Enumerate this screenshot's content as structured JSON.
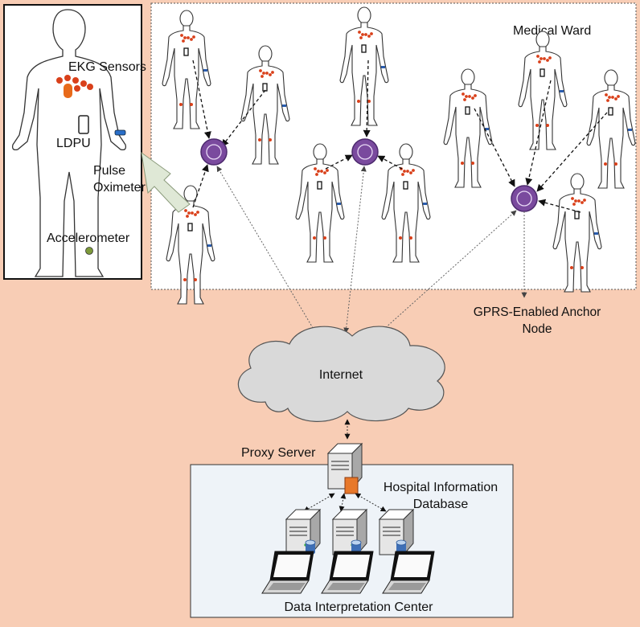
{
  "colors": {
    "background": "#f8cdb5",
    "ward_box": "#ffffff",
    "anchor_node": "#7a4a9e",
    "sensor_dot": "#d9401a",
    "cloud": "#d9d9d9",
    "data_center_box": "#eef3f8"
  },
  "inset": {
    "labels": {
      "ekg": "EKG Sensors",
      "ldpu": "LDPU",
      "pulse_line1": "Pulse",
      "pulse_line2": "Oximeter",
      "accelerometer": "Accelerometer"
    }
  },
  "ward": {
    "title": "Medical Ward",
    "anchor_label_line1": "GPRS-Enabled Anchor",
    "anchor_label_line2": "Node"
  },
  "internet": {
    "label": "Internet"
  },
  "proxy": {
    "label": "Proxy Server"
  },
  "hospital_db": {
    "line1": "Hospital Information",
    "line2": "Database"
  },
  "data_center": {
    "label": "Data Interpretation Center"
  },
  "icons": [
    "human-figure-icon",
    "anchor-node-icon",
    "cloud-icon",
    "server-icon",
    "laptop-icon",
    "database-icon"
  ]
}
